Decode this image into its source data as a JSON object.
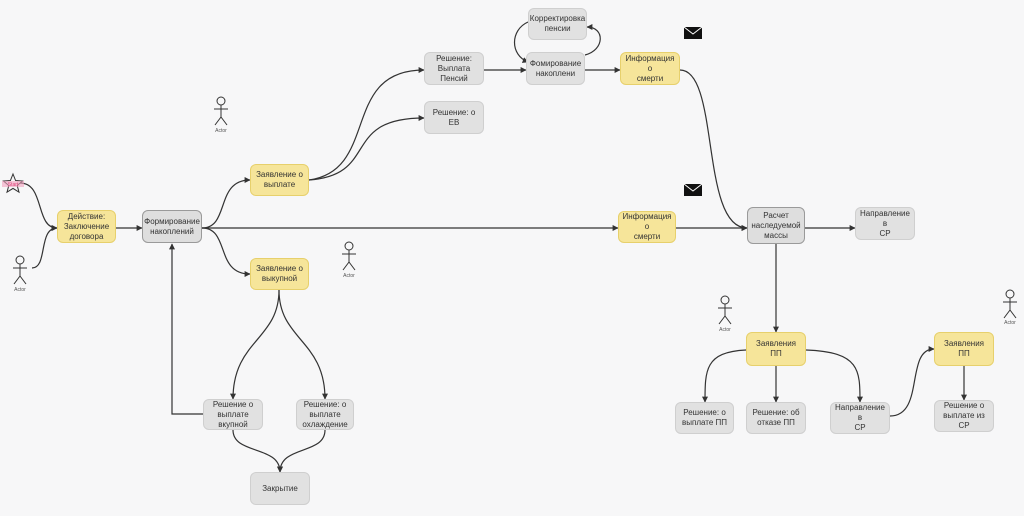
{
  "nodes": {
    "start": "Start",
    "action_contract": "Действие:\nЗаключение\nдоговора",
    "formation": "Формирование\nнакоплений",
    "app_payment": "Заявление о\nвыплате",
    "app_buyout": "Заявление о\nвыкупной",
    "decision_pay_pensions": "Решение:\nВыплата\nПенсий",
    "decision_ev": "Решение: о ЕВ",
    "pension_correction": "Корректировка\nпенсии",
    "formation_accum": "Фомирование\nнакоплени",
    "death_info_top": "Информация о\nсмерти",
    "death_info_mid": "Информация о\nсмерти",
    "inheritance_calc": "Расчет\nнаследуемой\nмассы",
    "direction_sr_top": "Направление в\nСР",
    "applications_pp": "Заявления ПП",
    "decision_pay_pp": "Решение: о\nвыплате ПП",
    "decision_refuse_pp": "Решение: об\nотказе ПП",
    "direction_sr_bottom": "Направление в\nСР",
    "applications_pp_right": "Заявления\nПП",
    "decision_pay_sr": "Решение о\nвыплате из СР",
    "decision_buyout": "Решение о\nвыплате\nвкупной",
    "decision_cooling": "Решение: о\nвыплате\nохлаждение",
    "closing": "Закрытие"
  },
  "actor_label": "Actor",
  "colors": {
    "gray": "#e1e1e1",
    "yellow": "#f6e59a",
    "start_star": "#e0457b",
    "edge": "#333333"
  }
}
